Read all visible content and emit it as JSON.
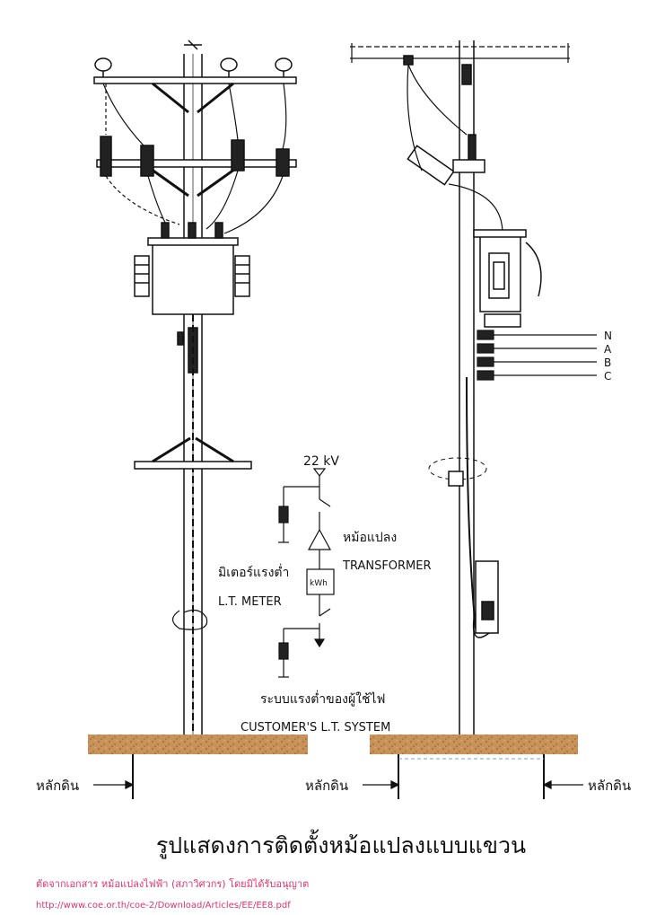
{
  "labels": {
    "voltage": "22 kV",
    "transformer_th": "หม้อแปลง",
    "transformer_en": "TRANSFORMER",
    "meter_th": "มิเตอร์แรงต่ำ",
    "meter_en": "L.T. METER",
    "kwh": "kWh",
    "system_th": "ระบบแรงต่ำของผู้ใช้ไฟ",
    "system_en": "CUSTOMER'S L.T. SYSTEM",
    "phases": [
      "N",
      "A",
      "B",
      "C"
    ],
    "ground_rod": "หลักดิน"
  },
  "caption": {
    "title": "รูปแสดงการติดตั้งหม้อแปลงแบบแขวน",
    "source": "ตัดจากเอกสาร หม้อแปลงไฟฟ้า  (สภาวิศวกร)    โดยมิได้รับอนุญาต",
    "url": "http://www.coe.or.th/coe-2/Download/Articles/EE/EE8.pdf"
  },
  "colors": {
    "line": "#111111",
    "ground": "#c8935a",
    "caption_red": "#e0336b"
  }
}
